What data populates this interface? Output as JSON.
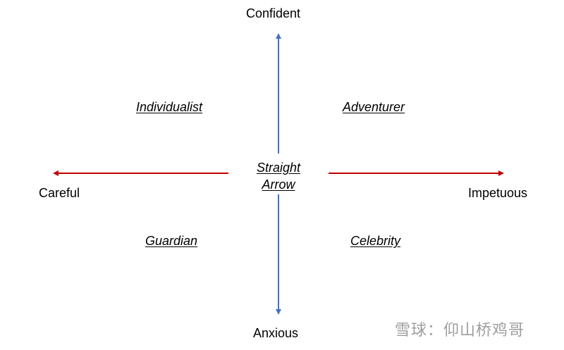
{
  "axes": {
    "top": "Confident",
    "bottom": "Anxious",
    "left": "Careful",
    "right": "Impetuous"
  },
  "quadrants": {
    "top_left": "Individualist",
    "top_right": "Adventurer",
    "bottom_left": "Guardian",
    "bottom_right": "Celebrity"
  },
  "center": {
    "line1": "Straight",
    "line2": "Arrow"
  },
  "colors": {
    "vertical_arrow": "#4472c4",
    "horizontal_arrow": "#c00000",
    "text": "#000000",
    "watermark": "#8e8e8e"
  },
  "watermark": {
    "text": "雪球：仰山桥鸡哥"
  }
}
